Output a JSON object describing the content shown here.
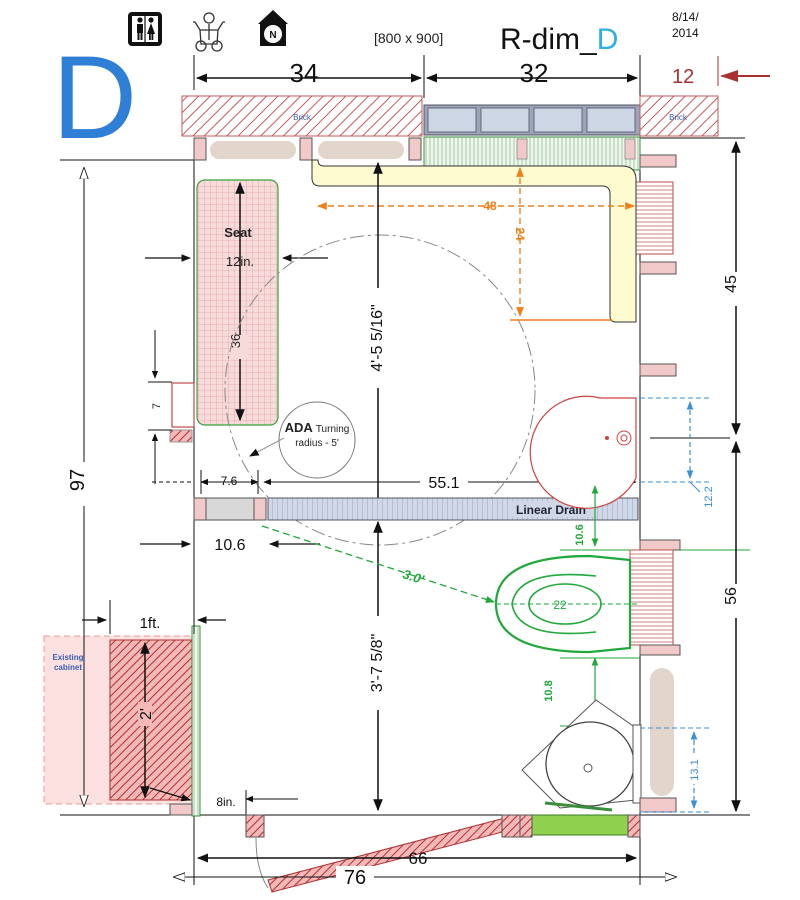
{
  "header": {
    "plan_letter": "D",
    "size_note": "[800 x 900]",
    "title_main": "R-dim_",
    "title_suffix": "D",
    "date_line1": "8/14/",
    "date_line2": "2014",
    "icons": [
      "restroom-icon",
      "wheelchair-person-icon",
      "north-arrow-icon"
    ],
    "north_label": "N"
  },
  "top_dims": {
    "left": "34",
    "right": "32",
    "corner": "12"
  },
  "labels": {
    "brick_left": "Brick",
    "brick_right": "Brick",
    "seat": "Seat",
    "seat_width": "12in.",
    "seat_length": "36",
    "wall_7": "7",
    "ada_title": "ADA",
    "ada_word": "Turning",
    "ada_line2": "radius - 5'",
    "dim_48": "48",
    "dim_24": "24",
    "dim_clear_upper": "4'-5 5/16\"",
    "dim_clear_lower": "3'-7 5/8\"",
    "dim_7_6": "7.6",
    "dim_55_1": "55.1",
    "linear_drain": "Linear Drain",
    "dim_10_6_left": "10.6",
    "dim_10_6_green": "10.6",
    "dim_3_0": "3.0'",
    "dim_22": "22",
    "dim_10_8": "10.8",
    "dim_13_1": "13.1",
    "dim_12_2": "12.2",
    "dim_1ft": "1ft.",
    "existing_cabinet_1": "Existing",
    "existing_cabinet_2": "cabinet",
    "dim_2ft": "2'",
    "dim_8in": "8in.",
    "dim_97": "97",
    "dim_45": "45",
    "dim_56": "56",
    "dim_66": "66",
    "dim_76": "76"
  },
  "colors": {
    "brand_blue": "#2f7fd6",
    "dim_orange": "#f07f1a",
    "dim_green": "#21a83b",
    "dim_blue": "#3b8fd6",
    "brick_red": "#b44a4a",
    "arrow_red": "#a83232",
    "seat_fill": "#f7dada",
    "drain_fill": "#d0d8e8"
  }
}
